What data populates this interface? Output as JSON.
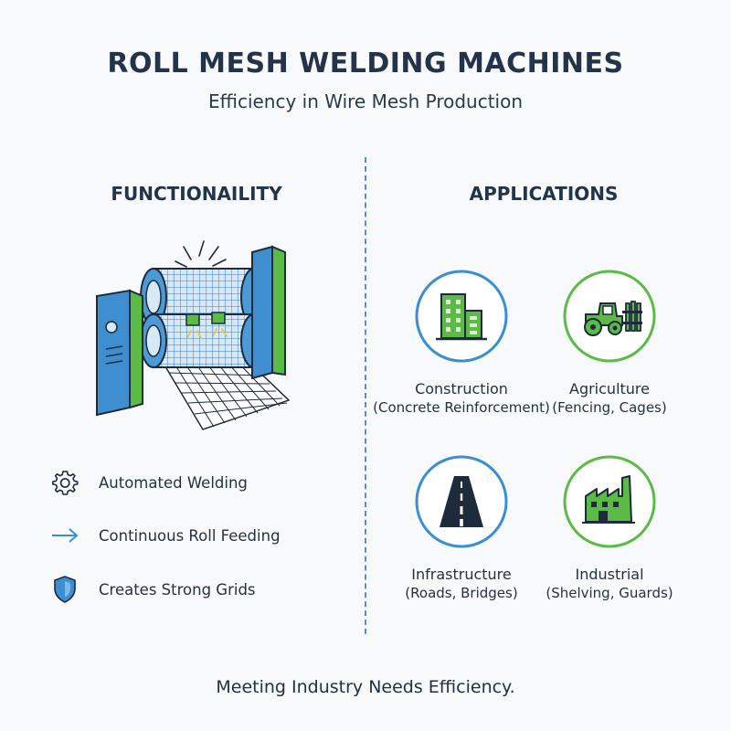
{
  "header": {
    "title": "ROLL MESH WELDING MACHINES",
    "subtitle": "Efficiency in Wire Mesh Production"
  },
  "functionality": {
    "heading": "FUNCTIONAILITY",
    "illustration": "roll-mesh-welding-machine-icon",
    "features": [
      {
        "icon": "gear-icon",
        "label": "Automated Welding"
      },
      {
        "icon": "arrow-right-icon",
        "label": "Continuous Roll Feeding"
      },
      {
        "icon": "shield-icon",
        "label": "Creates Strong Grids"
      }
    ]
  },
  "applications": {
    "heading": "APPLICATIONS",
    "items": [
      {
        "icon": "building-icon",
        "name": "Construction",
        "desc": "(Concrete Reinforcement)",
        "ring": "#3b8fd0"
      },
      {
        "icon": "tractor-icon",
        "name": "Agriculture",
        "desc": "(Fencing, Cages)",
        "ring": "#5cba47"
      },
      {
        "icon": "road-icon",
        "name": "Infrastructure",
        "desc": "(Roads, Bridges)",
        "ring": "#3b8fd0"
      },
      {
        "icon": "factory-icon",
        "name": "Industrial",
        "desc": "(Shelving, Guards)",
        "ring": "#5cba47"
      }
    ]
  },
  "colors": {
    "blue": "#3b8fd0",
    "green": "#5cba47",
    "navy": "#1d2b3c"
  },
  "footer": {
    "tagline": "Meeting Industry Needs Efficiency."
  }
}
